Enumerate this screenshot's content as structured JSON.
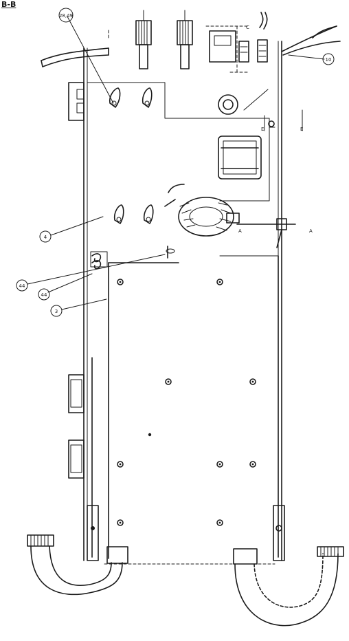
{
  "section_label": "B-B",
  "callouts": [
    {
      "id": "c1",
      "label": "28,49"
    },
    {
      "id": "c2",
      "label": "10"
    },
    {
      "id": "c3",
      "label": "4"
    },
    {
      "id": "c4",
      "label": "44"
    },
    {
      "id": "c5",
      "label": "44"
    },
    {
      "id": "c6",
      "label": "3"
    }
  ],
  "markers": {
    "e_left": "E",
    "e_right": "E",
    "c_mark": "C",
    "a_left": "A",
    "a_right": "A"
  }
}
